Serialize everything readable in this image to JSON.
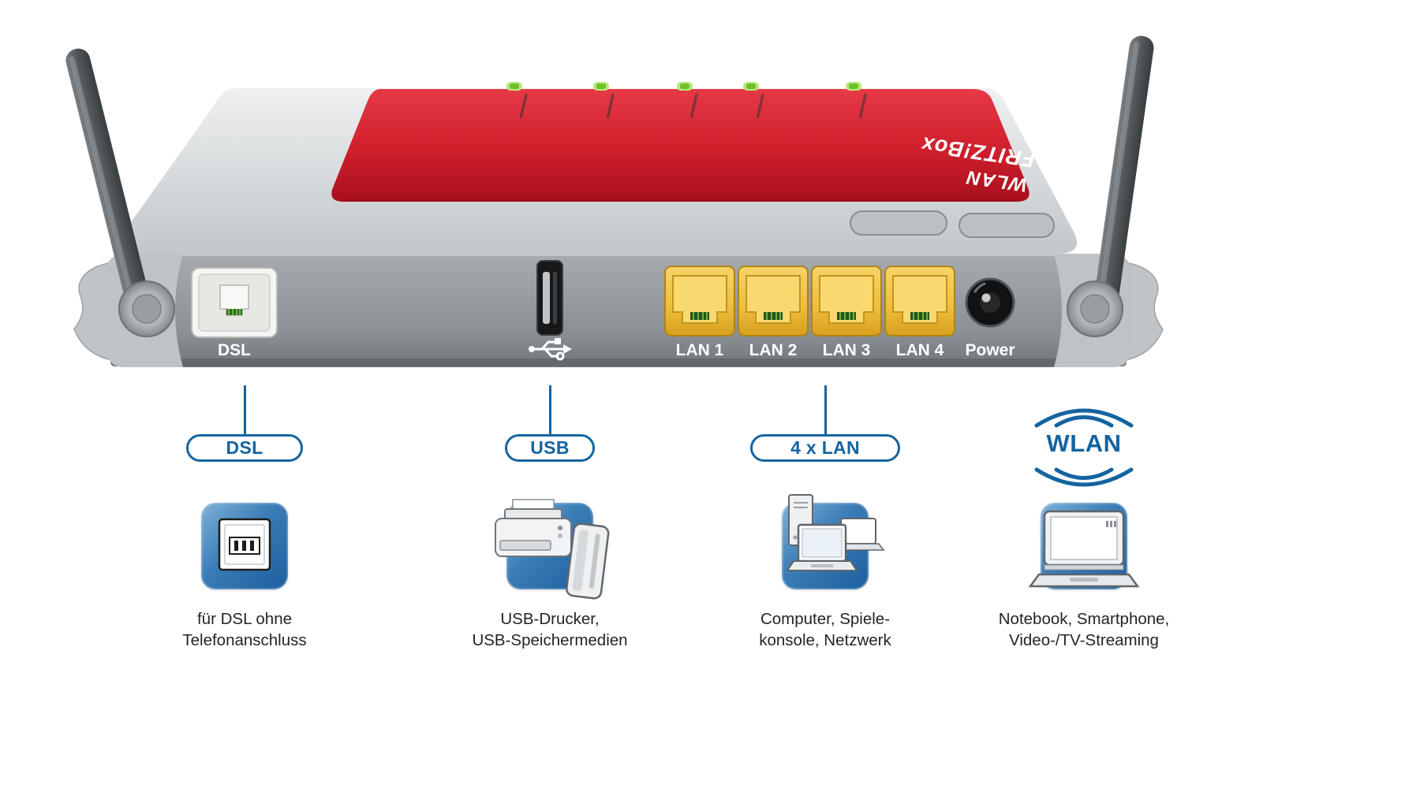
{
  "colors": {
    "accent_blue": "#1464a0",
    "router_red": "#cf1f2c",
    "lan_yellow": "#eebd3b",
    "body_silver": "#c6cacd",
    "rear_gray": "#8b9094"
  },
  "router": {
    "brand_line1": "FRITZ!Box",
    "brand_line2": "WLAN",
    "led_count": 5,
    "ports": {
      "dsl_label": "DSL",
      "usb_symbol": "usb-trident-icon",
      "lan_labels": [
        "LAN 1",
        "LAN 2",
        "LAN 3",
        "LAN 4"
      ],
      "power_label": "Power"
    }
  },
  "callouts": [
    {
      "id": "dsl",
      "label": "DSL",
      "icon": "dsl-socket-icon",
      "caption_line1": "für DSL ohne",
      "caption_line2": "Telefonanschluss"
    },
    {
      "id": "usb",
      "label": "USB",
      "icon": "usb-devices-icon",
      "caption_line1": "USB-Drucker,",
      "caption_line2": "USB-Speichermedien"
    },
    {
      "id": "lan",
      "label": "4 x LAN",
      "icon": "network-computers-icon",
      "caption_line1": "Computer, Spiele-",
      "caption_line2": "konsole, Netzwerk"
    },
    {
      "id": "wlan",
      "label": "WLAN",
      "icon": "wlan-notebook-icon",
      "caption_line1": "Notebook, Smartphone,",
      "caption_line2": "Video-/TV-Streaming"
    }
  ]
}
